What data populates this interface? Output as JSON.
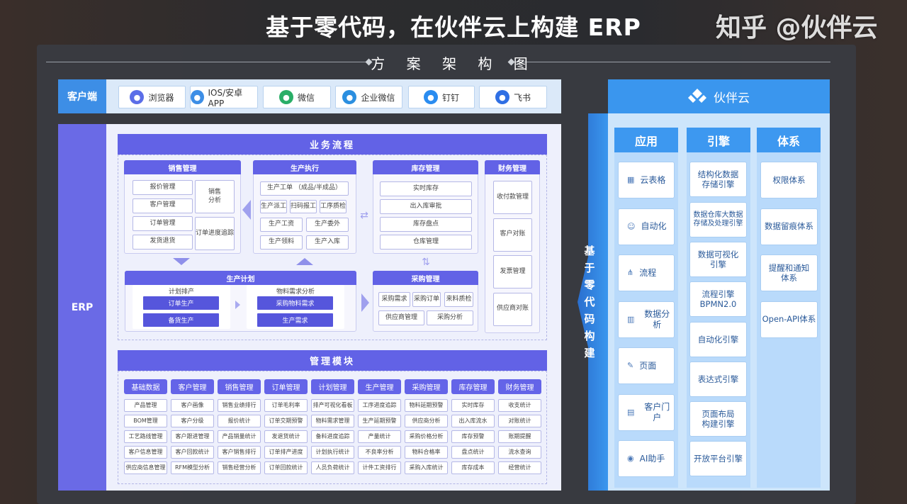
{
  "title": "基于零代码，在伙伴云上构建 ERP",
  "subtitle": "方 案 架 构 图",
  "client": {
    "label": "客户端",
    "items": [
      {
        "label": "浏览器",
        "icon": "compass-icon",
        "color": "#5b6ee8"
      },
      {
        "label": "IOS/安卓 APP",
        "icon": "phone-icon",
        "color": "#3d8ee6"
      },
      {
        "label": "微信",
        "icon": "wechat-icon",
        "color": "#2aae67"
      },
      {
        "label": "企业微信",
        "icon": "wecom-icon",
        "color": "#2b8fe0"
      },
      {
        "label": "钉钉",
        "icon": "dingtalk-icon",
        "color": "#2a8cf0"
      },
      {
        "label": "飞书",
        "icon": "feishu-icon",
        "color": "#2f6fe4"
      }
    ]
  },
  "erp": {
    "label": "ERP",
    "business": {
      "title": "业务流程",
      "sales": {
        "title": "销售管理",
        "items": [
          "报价管理",
          "客户管理",
          "订单管理",
          "发货退货"
        ],
        "side": [
          "销售\n分析",
          "订单进度追踪"
        ]
      },
      "production": {
        "title": "生产执行",
        "top": "生产工单 （成品/半成品）",
        "row2": [
          "生产派工",
          "扫码报工",
          "工序质检"
        ],
        "rows": [
          "生产工资",
          "生产委外",
          "生产领料",
          "生产入库"
        ]
      },
      "inventory": {
        "title": "库存管理",
        "items": [
          "实时库存",
          "出入库审批",
          "库存盘点",
          "仓库管理"
        ]
      },
      "finance": {
        "title": "财务管理",
        "items": [
          "收付款管理",
          "客户对账",
          "发票管理",
          "供应商对账"
        ]
      },
      "plan": {
        "title": "生产计划",
        "left_title": "计划排产",
        "left": [
          "订单生产",
          "备货生产"
        ],
        "right_title": "物料需求分析",
        "right": [
          "采购物料需求",
          "生产需求"
        ]
      },
      "purchase": {
        "title": "采购管理",
        "items": [
          "采购需求",
          "采购订单",
          "来料质检",
          "供应商管理",
          "采购分析"
        ]
      }
    },
    "modules": {
      "title": "管理模块",
      "columns": [
        {
          "title": "基础数据",
          "items": [
            "产品管理",
            "BOM管理",
            "工艺路线管理",
            "客户信息管理",
            "供应商信息管理"
          ]
        },
        {
          "title": "客户管理",
          "items": [
            "客户画像",
            "客户分级",
            "客户跟进管理",
            "客户回款统计",
            "RFM模型分析"
          ]
        },
        {
          "title": "销售管理",
          "items": [
            "销售业绩排行",
            "报价统计",
            "产品销量统计",
            "客户销售排行",
            "销售经营分析"
          ]
        },
        {
          "title": "订单管理",
          "items": [
            "订单毛利率",
            "订单交期预警",
            "发退货统计",
            "订单排产进度",
            "订单回款统计"
          ]
        },
        {
          "title": "计划管理",
          "items": [
            "排产可视化看板",
            "物料需求管理",
            "备料进度追踪",
            "计划执行统计",
            "人员负荷统计"
          ]
        },
        {
          "title": "生产管理",
          "items": [
            "工序进度追踪",
            "生产延期预警",
            "产量统计",
            "不良率分析",
            "计件工资排行"
          ]
        },
        {
          "title": "采购管理",
          "items": [
            "物料延期预警",
            "供应商分析",
            "采购价格分析",
            "物料合格率",
            "采购入库统计"
          ]
        },
        {
          "title": "库存管理",
          "items": [
            "实时库存",
            "出入库流水",
            "库存预警",
            "盘点统计",
            "库存成本"
          ]
        },
        {
          "title": "财务管理",
          "items": [
            "收支统计",
            "对账统计",
            "账期提醒",
            "流水查询",
            "经营统计"
          ]
        }
      ]
    }
  },
  "platform": {
    "title": "伙伴云",
    "side_text": "基于零代码构建",
    "apps": {
      "title": "应用",
      "items": [
        {
          "label": "云表格",
          "icon": "table-icon"
        },
        {
          "label": "自动化",
          "icon": "robot-icon"
        },
        {
          "label": "流程",
          "icon": "flow-icon"
        },
        {
          "label": "数据分析",
          "icon": "chart-icon"
        },
        {
          "label": "页面",
          "icon": "page-icon"
        },
        {
          "label": "客户门户",
          "icon": "portal-icon"
        },
        {
          "label": "AI助手",
          "icon": "ai-icon"
        }
      ]
    },
    "engines": {
      "title": "引擎",
      "items": [
        "结构化数据\n存储引擎",
        "数据仓库大数据\n存储及处理引擎",
        "数据可视化\n引擎",
        "流程引擎\nBPMN2.0",
        "自动化引擎",
        "表达式引擎",
        "页面布局\n构建引擎",
        "开放平台引擎"
      ]
    },
    "systems": {
      "title": "体系",
      "items": [
        "权限体系",
        "数据留痕体系",
        "提醒和通知\n体系",
        "Open-API体系"
      ]
    }
  },
  "watermark": "知乎 @伙伴云",
  "colors": {
    "purple": "#6262e6",
    "blue": "#3a96ee"
  }
}
